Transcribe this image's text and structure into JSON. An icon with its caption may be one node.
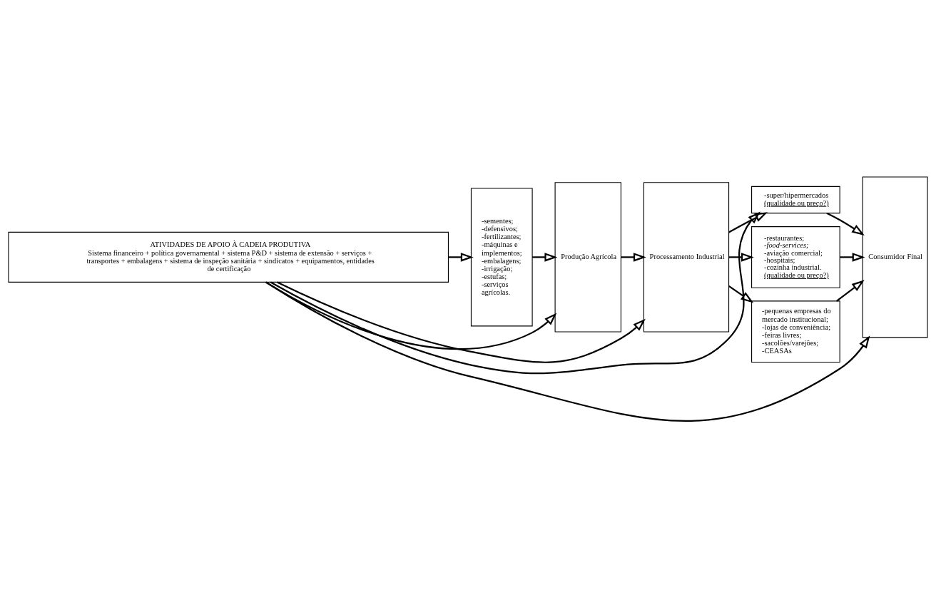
{
  "diagram": {
    "nodes": [
      {
        "text": [
          "ATIVIDADES DE APOIO À CADEIA PRODUTIVA",
          "Sistema financeiro + política governamental + sistema P&D + sistema de extensão + serviços + transportes + embalagens + sistema de inspeção sanitária + sindicatos + equipamentos, entidades de certificação"
        ]
      },
      {
        "text": [
          "-sementes;",
          "-defensivos;",
          "-fertilizantes;",
          "-máquinas e implementos;",
          "-embalagens;",
          "-irrigação;",
          "-estufas;",
          "-serviços agrícolas."
        ]
      },
      {
        "text": [
          "Produção Agrícola"
        ]
      },
      {
        "text": [
          "Processamento Industrial"
        ]
      },
      {
        "text": [
          "-super/hipermercados",
          "(qualidade ou preço?)"
        ]
      },
      {
        "text": [
          "-restaurantes;",
          "-food-services;",
          "-aviação comercial;",
          "-hospitais;",
          "-cozinha industrial.",
          "(qualidade ou preço?)"
        ]
      },
      {
        "text": [
          "-pequenas empresas do mercado institucional;",
          "-lojas de conveniência;",
          "-feiras livres;",
          "-sacolões/varejões;",
          "-CEASAs"
        ]
      },
      {
        "text": [
          "Consumidor Final"
        ]
      }
    ],
    "edges": [
      {
        "from": 0,
        "to": 1,
        "arrow": "to"
      },
      {
        "from": 0,
        "to": 2,
        "arrow": "to"
      },
      {
        "from": 0,
        "to": 3,
        "arrow": "to"
      },
      {
        "from": 0,
        "to": 4,
        "arrow": "to"
      },
      {
        "from": 0,
        "to": 7,
        "arrow": "to"
      },
      {
        "from": 1,
        "to": 2,
        "arrow": "to"
      },
      {
        "from": 2,
        "to": 3,
        "arrow": "to"
      },
      {
        "from": 3,
        "to": 4,
        "arrow": "to"
      },
      {
        "from": 3,
        "to": 5,
        "arrow": "to"
      },
      {
        "from": 3,
        "to": 6,
        "arrow": "to"
      },
      {
        "from": 4,
        "to": 7,
        "arrow": "to"
      },
      {
        "from": 5,
        "to": 7,
        "arrow": "to"
      },
      {
        "from": 6,
        "to": 7,
        "arrow": "to"
      }
    ]
  }
}
